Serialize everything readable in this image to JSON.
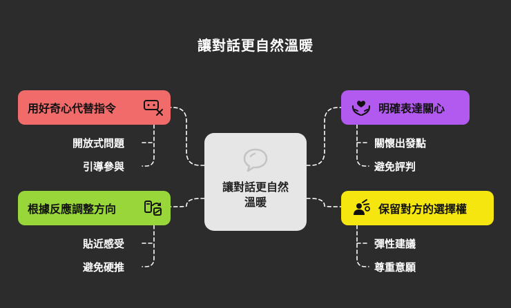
{
  "title": "讓對話更自然溫暖",
  "center": {
    "label": "讓對話更自然溫暖",
    "icon": "speech-bubble-icon"
  },
  "branches": {
    "top_left": {
      "label": "用好奇心代替指令",
      "color": "#f26b6b",
      "icon": "chat-cross-icon",
      "items": [
        "開放式問題",
        "引導參與"
      ]
    },
    "bottom_left": {
      "label": "根據反應調整方向",
      "color": "#98d63a",
      "icon": "adjust-direction-icon",
      "items": [
        "貼近感受",
        "避免硬推"
      ]
    },
    "top_right": {
      "label": "明確表達關心",
      "color": "#b25af0",
      "icon": "caring-hands-heart-icon",
      "items": [
        "關懷出發點",
        "避免評判"
      ]
    },
    "bottom_right": {
      "label": "保留對方的選擇權",
      "color": "#f5e60f",
      "icon": "person-choice-icon",
      "items": [
        "彈性建議",
        "尊重意願"
      ]
    }
  }
}
